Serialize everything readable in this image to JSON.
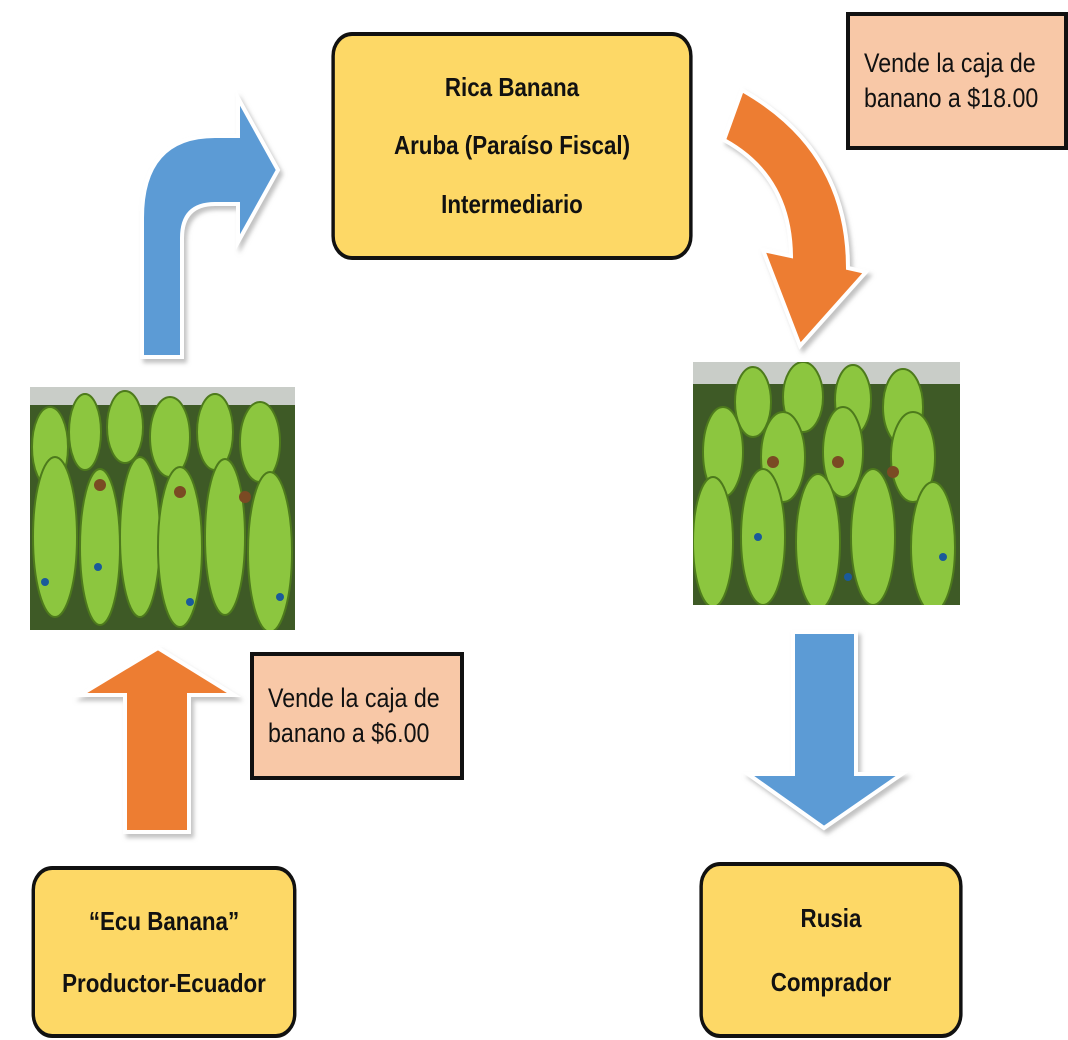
{
  "nodes": {
    "intermediary": {
      "line1": "Rica Banana",
      "line2": "Aruba (Paraíso Fiscal)",
      "line3": "Intermediario"
    },
    "producer": {
      "line1": "“Ecu Banana”",
      "line2": "Productor-Ecuador"
    },
    "buyer": {
      "line1": "Rusia",
      "line2": "Comprador"
    }
  },
  "notes": {
    "high_price": {
      "line1": "Vende la caja de",
      "line2": "banano a $18.00"
    },
    "low_price": {
      "line1": "Vende la caja de",
      "line2": "banano a $6.00"
    }
  },
  "images": {
    "left": "green-bananas-photo",
    "right": "green-bananas-photo"
  },
  "colors": {
    "box_fill": "#fdd866",
    "note_fill": "#f8c8a7",
    "arrow_blue": "#5b9bd5",
    "arrow_orange": "#ed7d31"
  }
}
